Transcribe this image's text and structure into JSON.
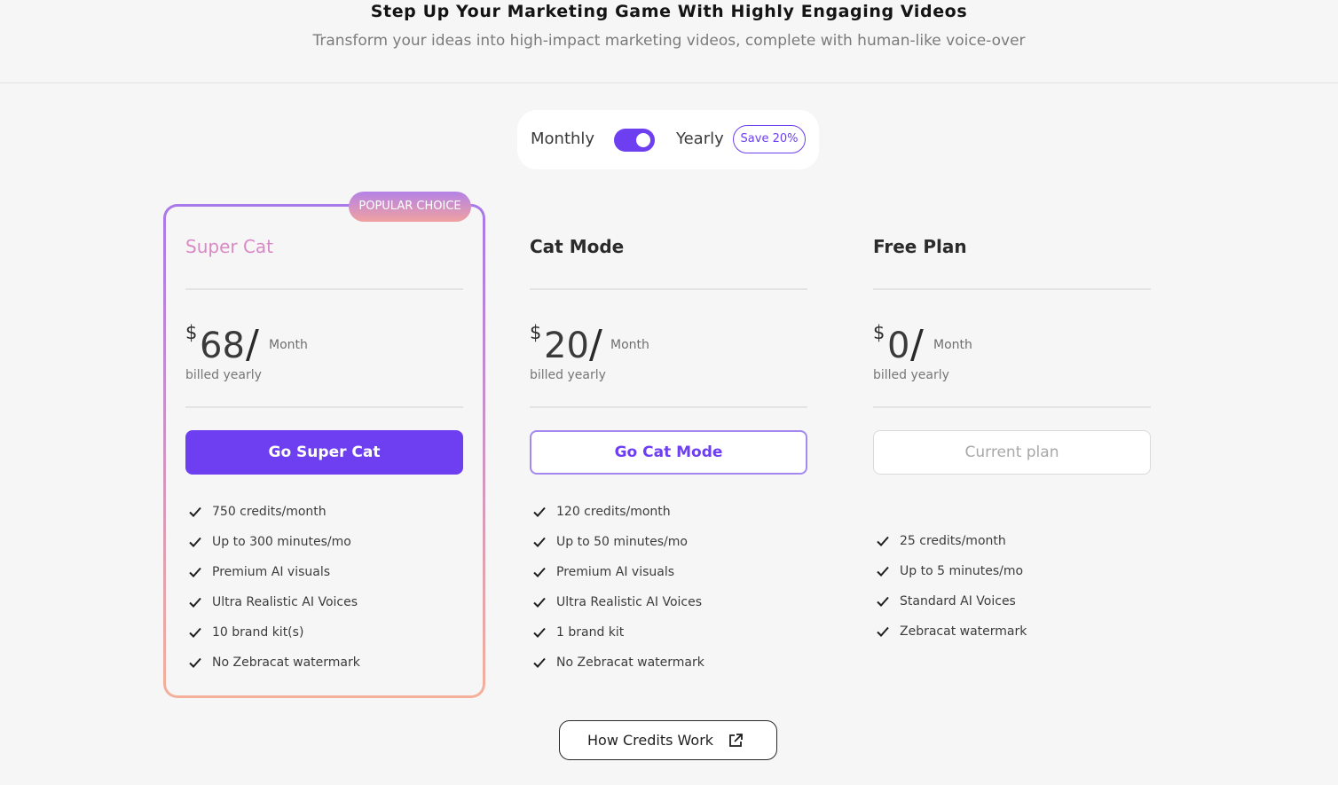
{
  "header": {
    "title": "Step Up Your Marketing Game With Highly Engaging Videos",
    "subtitle": "Transform your ideas into high-impact marketing videos, complete with human-like voice-over"
  },
  "billing": {
    "monthly_label": "Monthly",
    "yearly_label": "Yearly",
    "save_badge": "Save 20%",
    "selected": "Yearly"
  },
  "colors": {
    "accent": "#6d3ff0",
    "popular_gradient_start": "#a978ea",
    "popular_gradient_end": "#f4b09a"
  },
  "plans": [
    {
      "name": "Super Cat",
      "badge": "POPULAR CHOICE",
      "currency": "$",
      "price": "68",
      "slash": "/",
      "period": "Month",
      "billed": "billed yearly",
      "cta": "Go Super Cat",
      "features": [
        "750 credits/month",
        "Up to 300 minutes/mo",
        "Premium AI visuals",
        "Ultra Realistic AI Voices",
        "10 brand kit(s)",
        "No Zebracat watermark"
      ]
    },
    {
      "name": "Cat Mode",
      "currency": "$",
      "price": "20",
      "slash": "/",
      "period": "Month",
      "billed": "billed yearly",
      "cta": "Go Cat Mode",
      "features": [
        "120 credits/month",
        "Up to 50 minutes/mo",
        "Premium AI visuals",
        "Ultra Realistic AI Voices",
        "1 brand kit",
        "No Zebracat watermark"
      ]
    },
    {
      "name": "Free Plan",
      "currency": "$",
      "price": "0",
      "slash": "/",
      "period": "Month",
      "billed": "billed yearly",
      "cta": "Current plan",
      "features": [
        "25 credits/month",
        "Up to 5 minutes/mo",
        "Standard AI Voices",
        "Zebracat watermark"
      ]
    }
  ],
  "credits_link": {
    "label": "How Credits Work",
    "icon": "external-link-icon"
  }
}
